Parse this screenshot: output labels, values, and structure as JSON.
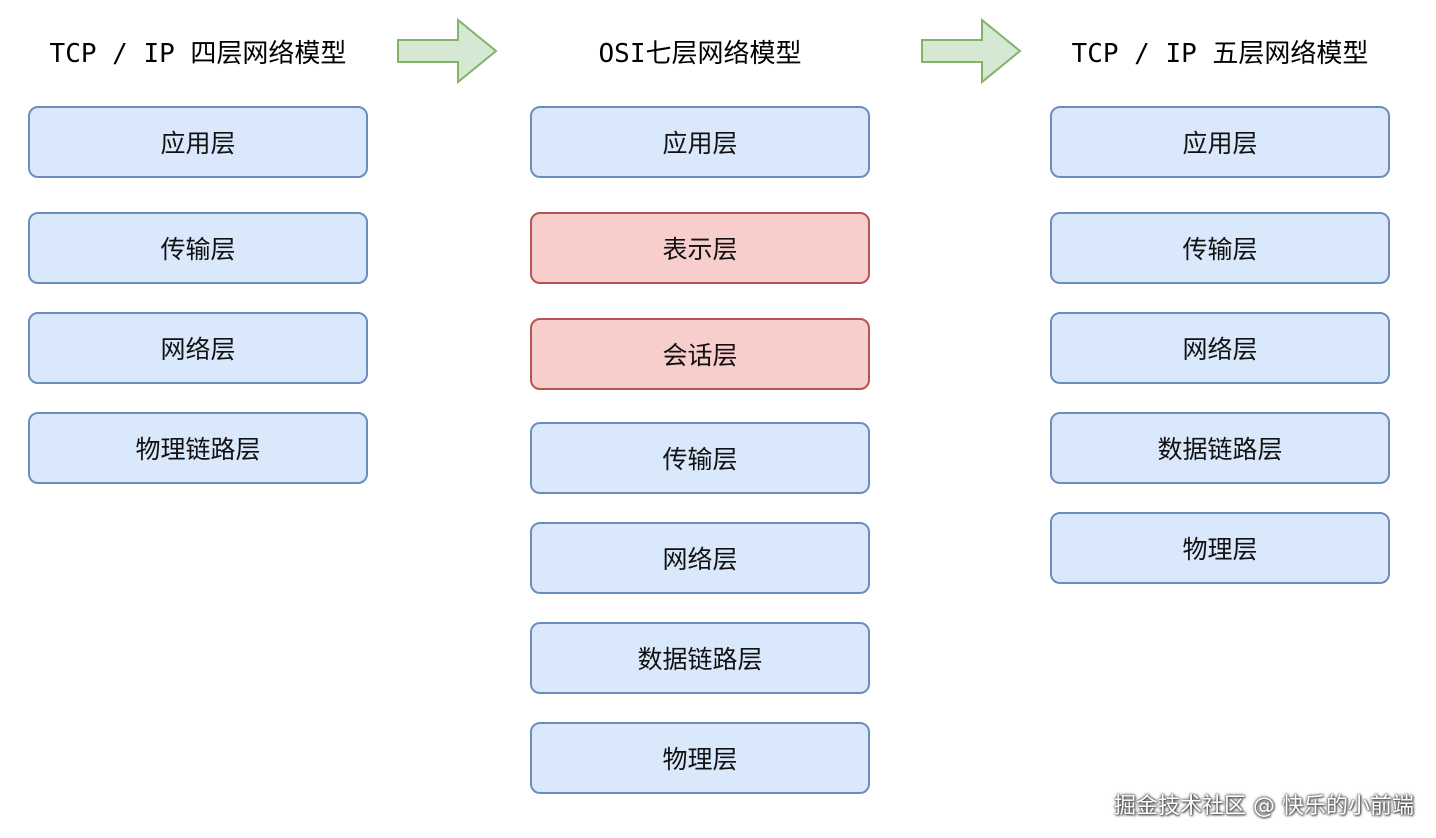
{
  "columns": {
    "tcpip4": {
      "title": "TCP / IP 四层网络模型",
      "layers": [
        "应用层",
        "传输层",
        "网络层",
        "物理链路层"
      ]
    },
    "osi7": {
      "title": "OSI七层网络模型",
      "layers": [
        "应用层",
        "表示层",
        "会话层",
        "传输层",
        "网络层",
        "数据链路层",
        "物理层"
      ],
      "highlighted": [
        "表示层",
        "会话层"
      ]
    },
    "tcpip5": {
      "title": "TCP / IP 五层网络模型",
      "layers": [
        "应用层",
        "传输层",
        "网络层",
        "数据链路层",
        "物理层"
      ]
    }
  },
  "arrows": [
    {
      "from": "tcpip4",
      "to": "osi7",
      "icon": "right-arrow-icon"
    },
    {
      "from": "osi7",
      "to": "tcpip5",
      "icon": "right-arrow-icon"
    }
  ],
  "watermark": "掘金技术社区 @ 快乐的小前端",
  "colors": {
    "layer_fill": "#dae8fc",
    "layer_border": "#6c8ebf",
    "highlight_fill": "#f8cecc",
    "highlight_border": "#b85450",
    "arrow_fill": "#d5e8d4",
    "arrow_border": "#82b366"
  }
}
